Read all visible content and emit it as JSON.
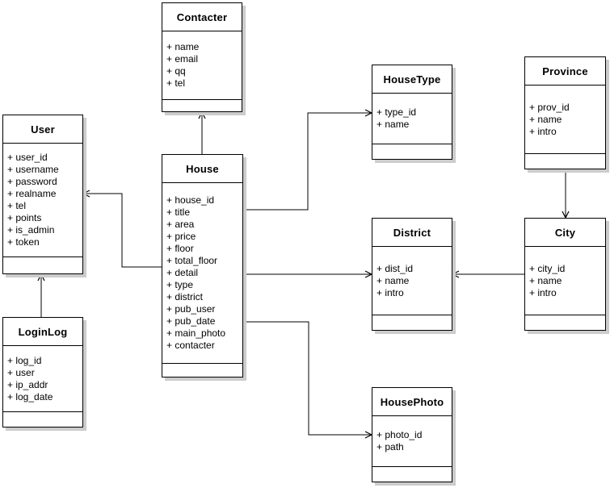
{
  "diagram": {
    "type": "uml-class-diagram",
    "classes": [
      {
        "name": "Contacter",
        "attributes": [
          "+ name",
          "+ email",
          "+ qq",
          "+ tel"
        ],
        "methods": []
      },
      {
        "name": "User",
        "attributes": [
          "+ user_id",
          "+ username",
          "+ password",
          "+ realname",
          "+ tel",
          "+ points",
          "+ is_admin",
          "+ token"
        ],
        "methods": []
      },
      {
        "name": "LoginLog",
        "attributes": [
          "+ log_id",
          "+ user",
          "+ ip_addr",
          "+ log_date"
        ],
        "methods": []
      },
      {
        "name": "House",
        "attributes": [
          "+ house_id",
          "+ title",
          "+ area",
          "+ price",
          "+ floor",
          "+ total_floor",
          "+ detail",
          "+ type",
          "+ district",
          "+ pub_user",
          "+ pub_date",
          "+ main_photo",
          "+ contacter"
        ],
        "methods": []
      },
      {
        "name": "HouseType",
        "attributes": [
          "+ type_id",
          "+ name"
        ],
        "methods": []
      },
      {
        "name": "Province",
        "attributes": [
          "+ prov_id",
          "+ name",
          "+ intro"
        ],
        "methods": []
      },
      {
        "name": "District",
        "attributes": [
          "+ dist_id",
          "+ name",
          "+ intro"
        ],
        "methods": []
      },
      {
        "name": "City",
        "attributes": [
          "+ city_id",
          "+ name",
          "+ intro"
        ],
        "methods": []
      },
      {
        "name": "HousePhoto",
        "attributes": [
          "+ photo_id",
          "+ path"
        ],
        "methods": []
      }
    ],
    "associations": [
      {
        "from": "House",
        "to": "Contacter",
        "arrow": "open"
      },
      {
        "from": "House",
        "to": "User",
        "arrow": "open"
      },
      {
        "from": "House",
        "to": "HouseType",
        "arrow": "open"
      },
      {
        "from": "House",
        "to": "District",
        "arrow": "open"
      },
      {
        "from": "House",
        "to": "HousePhoto",
        "arrow": "open"
      },
      {
        "from": "LoginLog",
        "to": "User",
        "arrow": "open"
      },
      {
        "from": "Province",
        "to": "City",
        "arrow": "open"
      },
      {
        "from": "City",
        "to": "District",
        "arrow": "open"
      }
    ],
    "colors": {
      "box_border": "#000000",
      "box_fill": "#ffffff",
      "shadow": "#cccccc",
      "line": "#000000",
      "background": "#ffffff"
    }
  }
}
